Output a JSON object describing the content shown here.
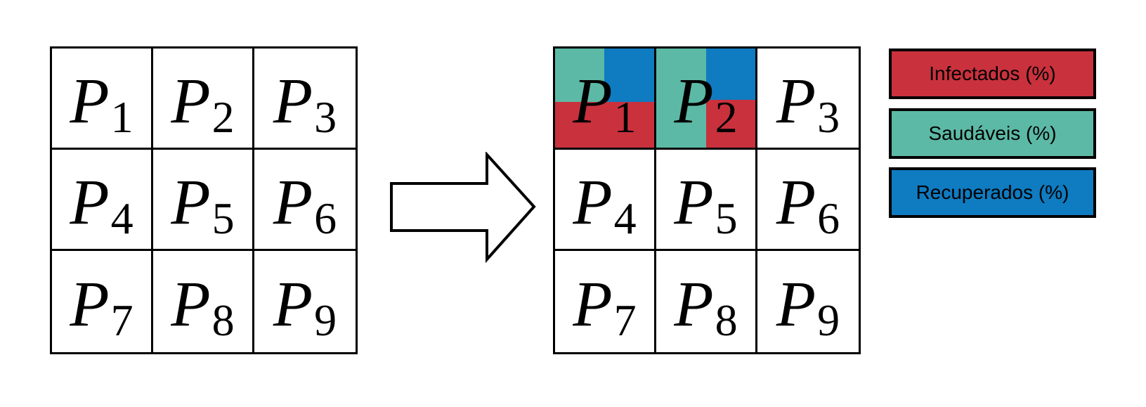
{
  "symbol": "P",
  "left_grid": {
    "cells": [
      "1",
      "2",
      "3",
      "4",
      "5",
      "6",
      "7",
      "8",
      "9"
    ]
  },
  "right_grid": {
    "cells": [
      "1",
      "2",
      "3",
      "4",
      "5",
      "6",
      "7",
      "8",
      "9"
    ]
  },
  "legend": {
    "infected": "Infectados (%)",
    "healthy": "Saudáveis (%)",
    "recovered": "Recuperados (%)"
  },
  "colors": {
    "infected": "#c9313d",
    "healthy": "#5cb9a5",
    "recovered": "#0f7bc0",
    "lines": "#000000",
    "background": "#ffffff"
  }
}
